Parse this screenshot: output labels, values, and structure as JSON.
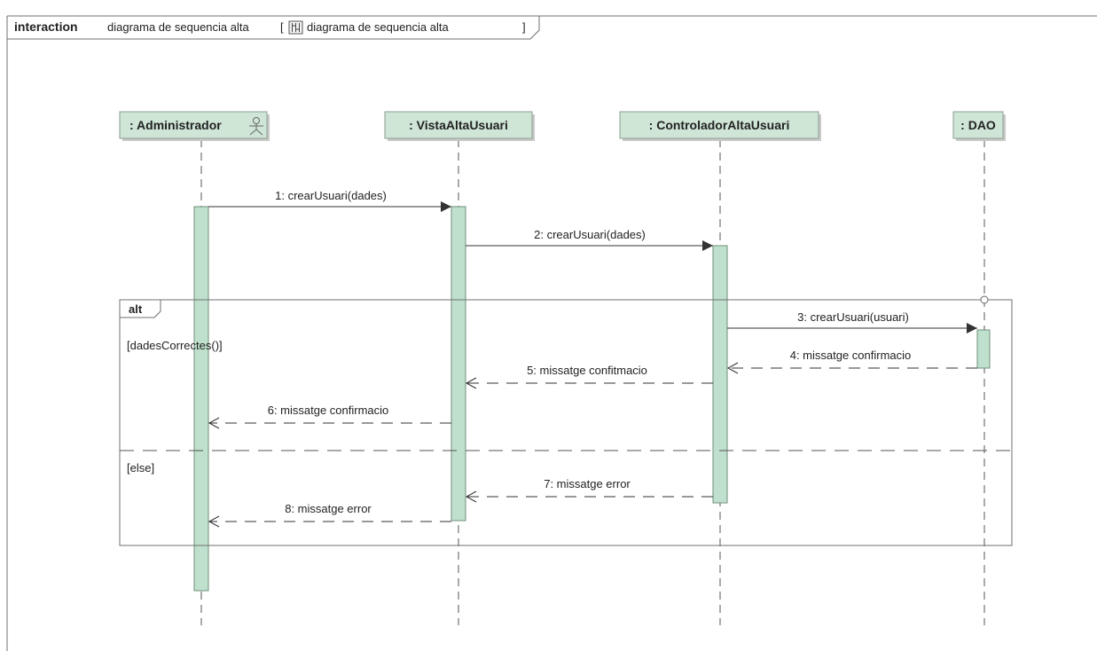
{
  "interaction": {
    "keyword": "interaction",
    "name": "diagrama de sequencia alta",
    "bracket_open": "[",
    "ref_name": "diagrama de sequencia alta",
    "bracket_close": "]",
    "ref_icon": "sequence-diagram-icon"
  },
  "lifelines": [
    {
      "id": "admin",
      "label": ": Administrador",
      "icon": "actor-icon"
    },
    {
      "id": "vista",
      "label": ": VistaAltaUsuari"
    },
    {
      "id": "ctrl",
      "label": ": ControladorAltaUsuari"
    },
    {
      "id": "dao",
      "label": ": DAO"
    }
  ],
  "messages": [
    {
      "label": "1: crearUsuari(dades)",
      "from": "admin",
      "to": "vista",
      "kind": "sync"
    },
    {
      "label": "2: crearUsuari(dades)",
      "from": "vista",
      "to": "ctrl",
      "kind": "sync"
    },
    {
      "label": "3: crearUsuari(usuari)",
      "from": "ctrl",
      "to": "dao",
      "kind": "sync"
    },
    {
      "label": "4: missatge confirmacio",
      "from": "dao",
      "to": "ctrl",
      "kind": "reply"
    },
    {
      "label": "5: missatge confitmacio",
      "from": "ctrl",
      "to": "vista",
      "kind": "reply"
    },
    {
      "label": "6: missatge confirmacio",
      "from": "vista",
      "to": "admin",
      "kind": "reply"
    },
    {
      "label": "7: missatge error",
      "from": "ctrl",
      "to": "vista",
      "kind": "reply"
    },
    {
      "label": "8: missatge error",
      "from": "vista",
      "to": "admin",
      "kind": "reply"
    }
  ],
  "alt_fragment": {
    "operator": "alt",
    "guards": [
      "[dadesCorrectes()]",
      "[else]"
    ]
  },
  "colors": {
    "lifeline_fill": "#cfe6d7",
    "activation_fill": "#bfe0cc",
    "line": "#333333"
  }
}
